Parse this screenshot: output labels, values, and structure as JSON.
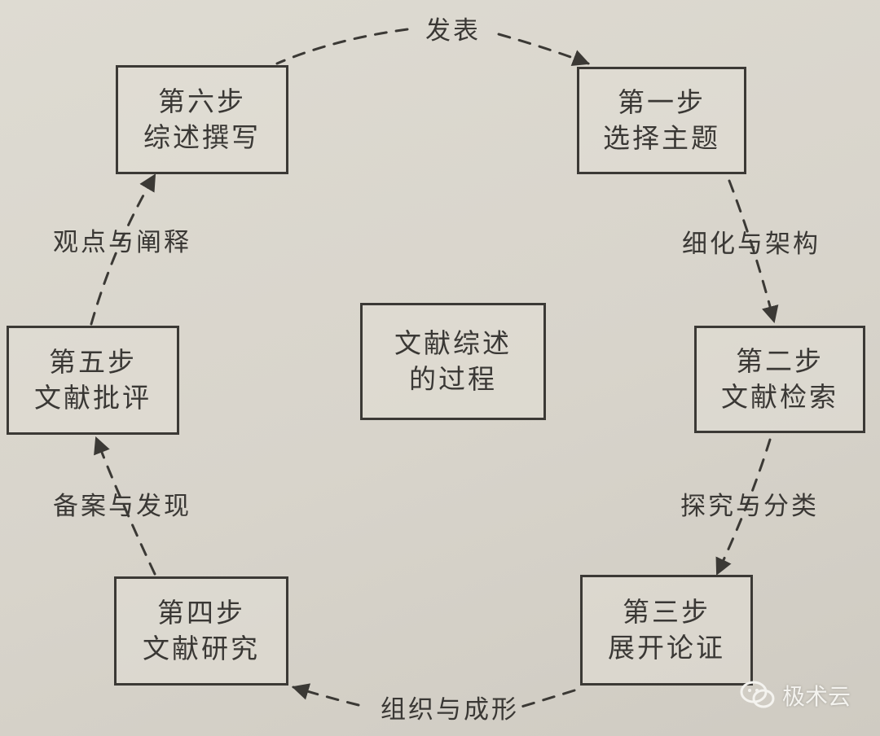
{
  "center": {
    "line1": "文献综述",
    "line2": "的过程"
  },
  "steps": [
    {
      "line1": "第一步",
      "line2": "选择主题"
    },
    {
      "line1": "第二步",
      "line2": "文献检索"
    },
    {
      "line1": "第三步",
      "line2": "展开论证"
    },
    {
      "line1": "第四步",
      "line2": "文献研究"
    },
    {
      "line1": "第五步",
      "line2": "文献批评"
    },
    {
      "line1": "第六步",
      "line2": "综述撰写"
    }
  ],
  "edges": [
    {
      "label": "细化与架构"
    },
    {
      "label": "探究与分类"
    },
    {
      "label": "组织与成形"
    },
    {
      "label": "备案与发现"
    },
    {
      "label": "观点与阐释"
    },
    {
      "label": "发表"
    }
  ],
  "watermark": {
    "text": "极术云",
    "icon": "wechat-icon"
  },
  "colors": {
    "line": "#3b3935",
    "background": "#dcd8cf"
  }
}
